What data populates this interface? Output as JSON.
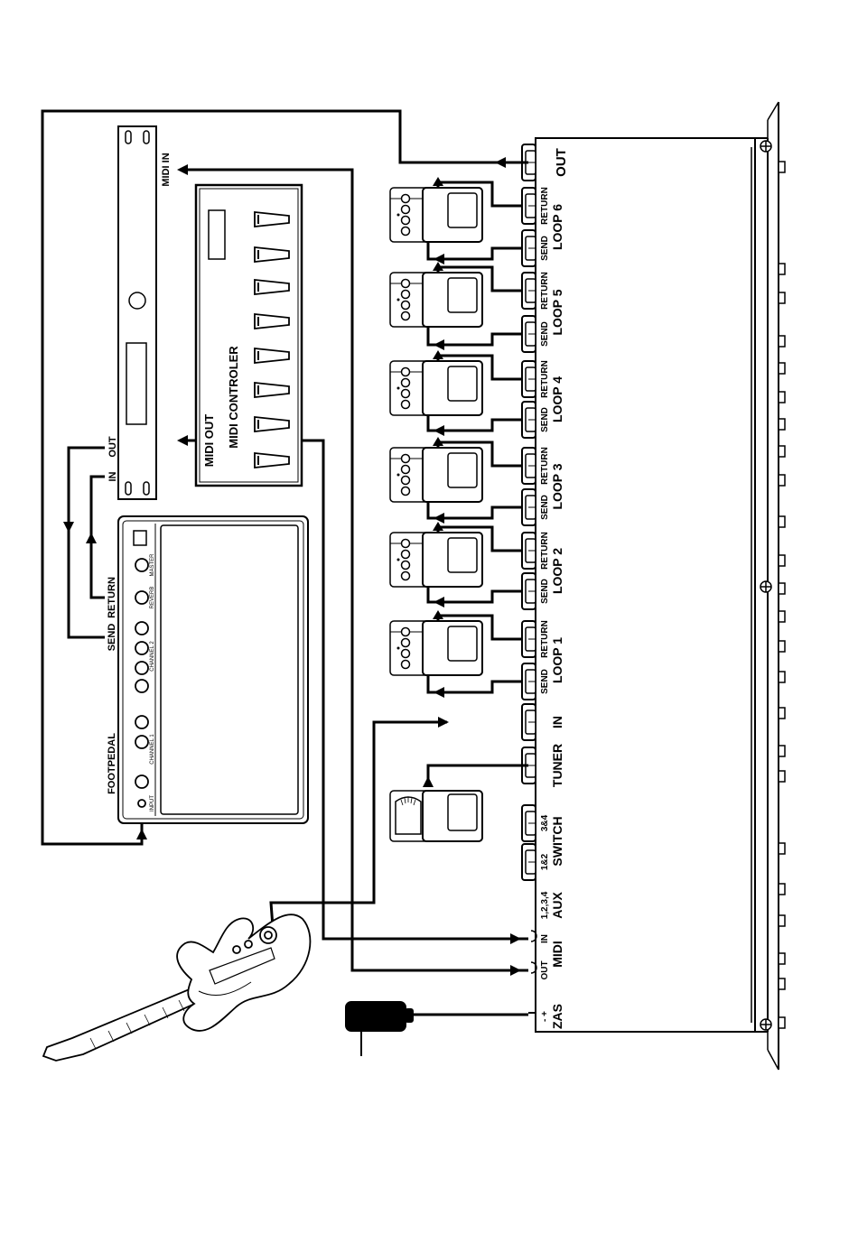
{
  "unit": {
    "labels": {
      "out": "OUT",
      "loops": [
        "LOOP 1",
        "LOOP 2",
        "LOOP 3",
        "LOOP 4",
        "LOOP 5",
        "LOOP 6"
      ],
      "send": "SEND",
      "return": "RETURN",
      "in": "IN",
      "tuner": "TUNER",
      "switch": "SWITCH",
      "switch_12": "1&2",
      "switch_34": "3&4",
      "aux": "AUX",
      "aux_channels": "1,2,3,4",
      "midi": "MIDI",
      "midi_in": "IN",
      "midi_out": "OUT",
      "zas": "ZAS",
      "zas_polarity": "- +"
    }
  },
  "midi_device": {
    "midi_in": "MIDI IN",
    "in": "IN",
    "out": "OUT"
  },
  "midi_controller": {
    "title": "MIDI CONTROLER",
    "midi_out": "MIDI OUT"
  },
  "amplifier": {
    "footpedal": "FOOTPEDAL",
    "send": "SEND",
    "return": "RETURN",
    "input": "INPUT",
    "channel1": "CHANNEL 1",
    "channel2": "CHANNEL 2",
    "reverb": "REVERB",
    "master": "MASTER"
  },
  "colors": {
    "ink": "#000000",
    "paper": "#ffffff"
  },
  "icons": [
    "guitar-icon",
    "power-adapter-icon",
    "pedal-icon",
    "tuner-pedal-icon",
    "jack-icon",
    "screw-icon"
  ]
}
